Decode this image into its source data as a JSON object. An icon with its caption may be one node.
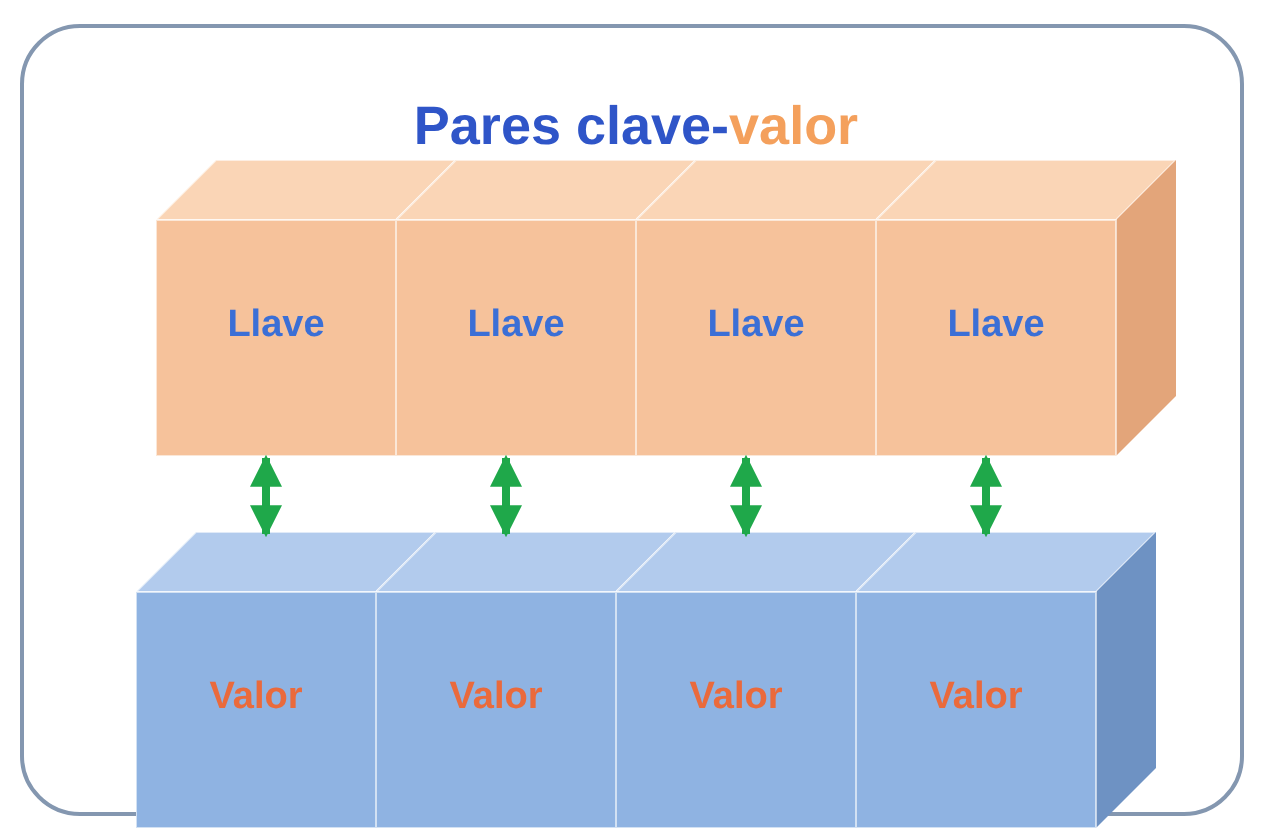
{
  "diagram": {
    "title": "Pares clave-valor",
    "nodes": [
      {
        "text": [
          "Llave"
        ]
      },
      {
        "text": [
          "Llave"
        ]
      },
      {
        "text": [
          "Llave"
        ]
      },
      {
        "text": [
          "Llave"
        ]
      },
      {
        "text": [
          "Valor"
        ]
      },
      {
        "text": [
          "Valor"
        ]
      },
      {
        "text": [
          "Valor"
        ]
      },
      {
        "text": [
          "Valor"
        ]
      }
    ],
    "edges": [
      {
        "from": 0,
        "to": 4,
        "arrow": "both"
      },
      {
        "from": 1,
        "to": 5,
        "arrow": "both"
      },
      {
        "from": 2,
        "to": 6,
        "arrow": "both"
      },
      {
        "from": 3,
        "to": 7,
        "arrow": "both"
      }
    ]
  }
}
